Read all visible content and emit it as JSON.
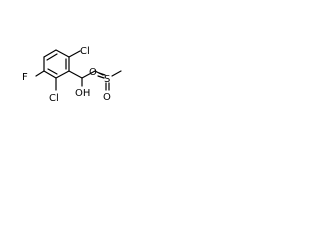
{
  "molecule": {
    "atoms": {
      "cl_top": "Cl",
      "f": "F",
      "cl_bottom": "Cl",
      "oh": "OH",
      "s": "S",
      "o_left": "O",
      "o_bottom": "O"
    },
    "colors": {
      "bond": "#000000",
      "text": "#000000"
    }
  }
}
